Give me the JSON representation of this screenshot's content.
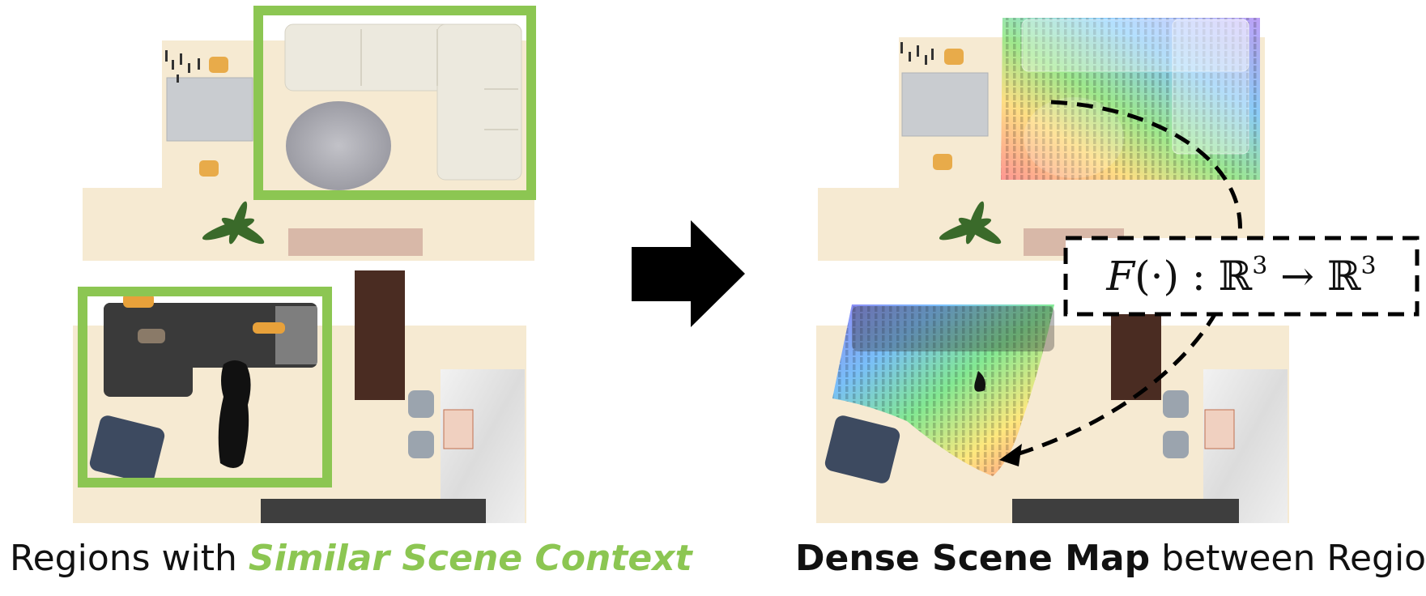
{
  "captions": {
    "left": {
      "plain": "Regions with ",
      "highlight": "Similar Scene Context"
    },
    "right": {
      "highlight": "Dense Scene Map",
      "plain": " between Regions"
    }
  },
  "formula": {
    "func": "F",
    "arg": "(·)",
    "colon": " : ",
    "domain": "ℝ",
    "domain_exp": "3",
    "arrow": " → ",
    "codomain": "ℝ",
    "codomain_exp": "3"
  },
  "colors": {
    "highlight_green": "#8cc652",
    "floor": "#f6ead2",
    "arrow": "#000000"
  },
  "icons": {
    "transition_arrow": "arrow-right-icon"
  }
}
